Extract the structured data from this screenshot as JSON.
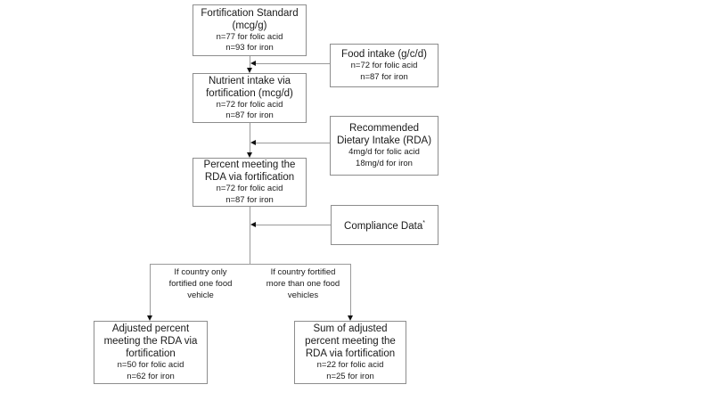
{
  "diagram": {
    "title": "Fortification coverage calculation flowchart",
    "colors": {
      "box_border": "#8d8d8d",
      "connector": "#9a9a9a",
      "arrowhead": "#111111",
      "text": "#1a1a1a",
      "background": "#ffffff"
    },
    "nodes": [
      {
        "id": "fortification-standard",
        "title_lines": [
          "Fortification Standard",
          "(mcg/g)"
        ],
        "sub_lines": [
          "n=77 for folic acid",
          "n=93 for iron"
        ]
      },
      {
        "id": "food-intake",
        "title_lines": [
          "Food intake (g/c/d)"
        ],
        "sub_lines": [
          "n=72 for folic acid",
          "n=87 for iron"
        ]
      },
      {
        "id": "nutrient-intake-via-fortification",
        "title_lines": [
          "Nutrient intake via",
          "fortification (mcg/d)"
        ],
        "sub_lines": [
          "n=72 for folic acid",
          "n=87 for iron"
        ]
      },
      {
        "id": "recommended-dietary-intake",
        "title_lines": [
          "Recommended",
          "Dietary Intake (RDA)"
        ],
        "sub_lines": [
          "4mg/d for folic acid",
          "18mg/d for iron"
        ]
      },
      {
        "id": "percent-meeting-rda",
        "title_lines": [
          "Percent meeting the",
          "RDA via fortification"
        ],
        "sub_lines": [
          "n=72 for folic acid",
          "n=87 for iron"
        ]
      },
      {
        "id": "compliance-data",
        "title_lines": [
          "Compliance Data"
        ],
        "title_superscript": "*",
        "sub_lines": []
      },
      {
        "id": "adjusted-percent",
        "title_lines": [
          "Adjusted percent",
          "meeting the RDA via",
          "fortification"
        ],
        "sub_lines": [
          "n=50 for folic acid",
          "n=62 for iron"
        ]
      },
      {
        "id": "sum-of-adjusted-percent",
        "title_lines": [
          "Sum of adjusted",
          "percent meeting the",
          "RDA via fortification"
        ],
        "sub_lines": [
          "n=22 for folic acid",
          "n=25 for iron"
        ]
      }
    ],
    "branch_labels": [
      {
        "id": "branch-left",
        "lines": [
          "If country only",
          "fortified one food",
          "vehicle"
        ]
      },
      {
        "id": "branch-right",
        "lines": [
          "If country fortified",
          "more than one food",
          "vehicles"
        ]
      }
    ]
  }
}
